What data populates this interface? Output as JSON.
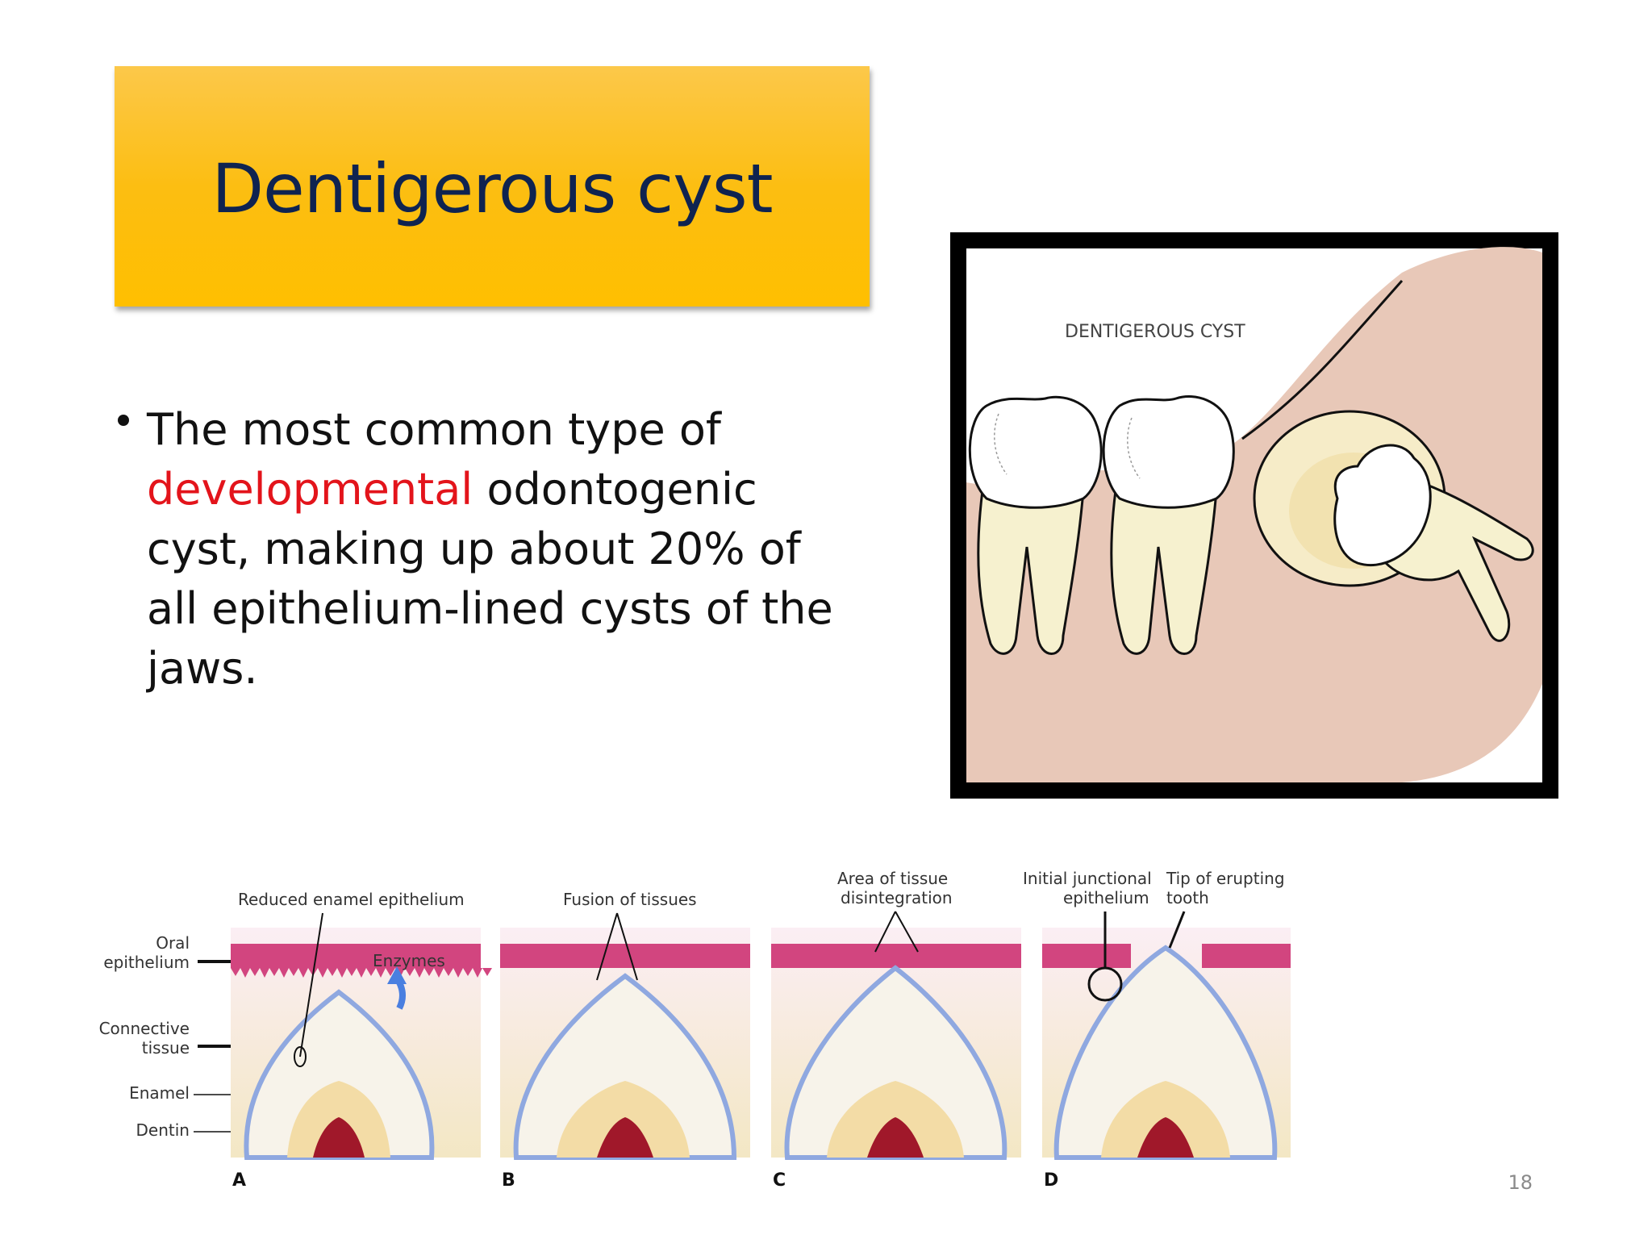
{
  "slide": {
    "title": "Dentigerous cyst",
    "bullet": {
      "part1": "The most common type of ",
      "highlight": "developmental",
      "part2": " odontogenic cyst, making up about 20% of all epithelium-lined cysts of the jaws."
    },
    "page_number": "18"
  },
  "cyst_figure": {
    "label": "DENTIGEROUS CYST"
  },
  "eruption_figure": {
    "labels": {
      "reduced_enamel_epithelium": "Reduced enamel epithelium",
      "fusion_of_tissues": "Fusion of tissues",
      "area_line1": "Area of tissue",
      "area_line2": "disintegration",
      "junctional_line1": "Initial junctional",
      "junctional_line2": "epithelium",
      "tip_line1": "Tip of erupting",
      "tip_line2": "tooth",
      "oral_line1": "Oral",
      "oral_line2": "epithelium",
      "connective_line1": "Connective",
      "connective_line2": "tissue",
      "enamel": "Enamel",
      "dentin": "Dentin",
      "enzymes": "Enzymes"
    },
    "panels": [
      "A",
      "B",
      "C",
      "D"
    ]
  },
  "colors": {
    "title_bg": "#fcbe12",
    "title_text": "#0f2350",
    "highlight": "#e3141b",
    "gum": "#e8c8b8",
    "enamel": "#ffffff",
    "root": "#f6f1cf",
    "oral_epithelium": "#d2457f",
    "pulp": "#a0182a"
  }
}
